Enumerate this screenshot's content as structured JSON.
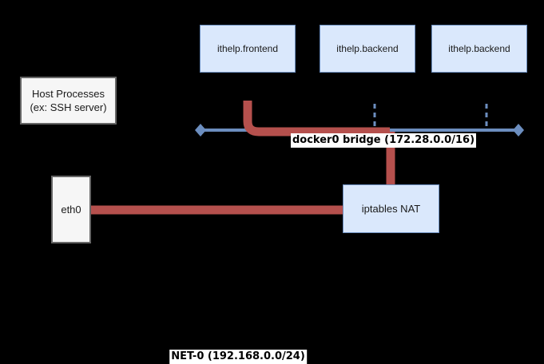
{
  "diagram": {
    "background_color": "#000000",
    "palette": {
      "container_fill": "#dae8fc",
      "container_border": "#6c8ebf",
      "host_fill": "#f6f6f6",
      "host_border": "#666666",
      "bridge_line_blue": "#6c8ebf",
      "nat_link_red": "#b5504d",
      "label_background": "#ffffff",
      "label_text": "#000000"
    },
    "containers": [
      {
        "label": "ithelp.frontend"
      },
      {
        "label": "ithelp.backend"
      },
      {
        "label": "ithelp.backend"
      }
    ],
    "host_processes": {
      "line1": "Host Processes",
      "line2": "(ex: SSH server)"
    },
    "eth0": {
      "label": "eth0"
    },
    "iptables_nat": {
      "label": "iptables NAT"
    },
    "bridge_label": "docker0 bridge (172.28.0.0/16)",
    "external_network_label": "NET-0 (192.168.0.0/24)"
  }
}
